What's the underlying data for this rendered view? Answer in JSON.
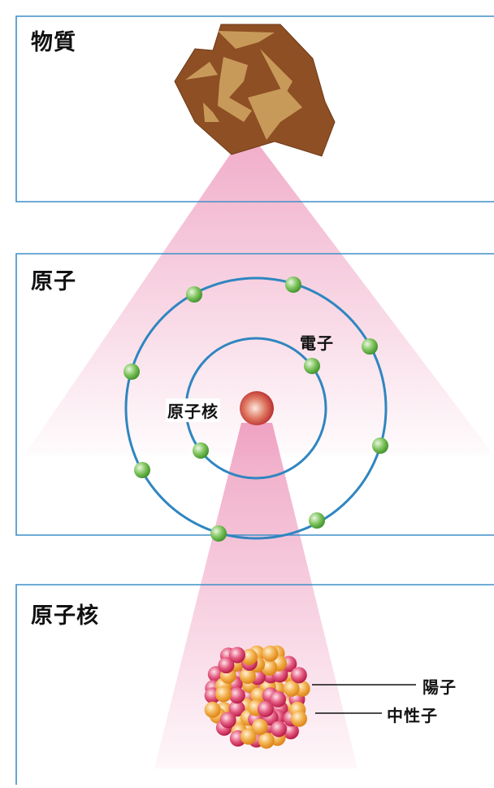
{
  "panels": {
    "matter": {
      "title": "物質"
    },
    "atom": {
      "title": "原子"
    },
    "nucleus": {
      "title": "原子核"
    }
  },
  "labels": {
    "electron": "電子",
    "atomic_nucleus": "原子核",
    "proton": "陽子",
    "neutron": "中性子"
  },
  "colors": {
    "frame": "#3f8fc9",
    "orbit": "#2f86c0",
    "beam": "#e35f96",
    "rock_dark": "#8e4f24",
    "rock_light": "#c89a5a",
    "electron": "#5bb03c",
    "proton": "#d8245a",
    "neutron": "#ef9c1e"
  },
  "icons": {
    "rock": "rock-icon",
    "electron": "electron-icon",
    "nucleus": "nucleus-icon"
  }
}
